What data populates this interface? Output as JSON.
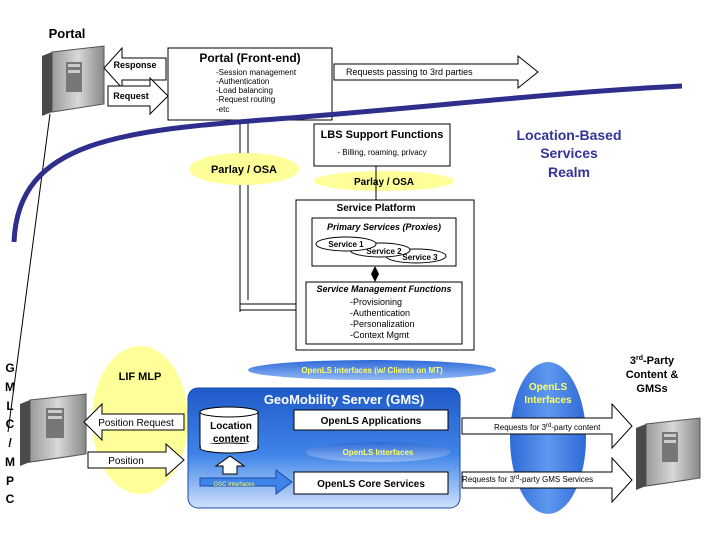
{
  "portal": {
    "label": "Portal",
    "frontend_title": "Portal (Front-end)",
    "functions": [
      "-Session management",
      "-Authentication",
      "-Load balancing",
      "-Request routing",
      "-etc"
    ],
    "response_label": "Response",
    "request_label": "Request",
    "third_party_label": "Requests passing to 3rd parties"
  },
  "lbs_realm": {
    "line1": "Location-Based",
    "line2": "Services",
    "line3": "Realm"
  },
  "parlay_osa_left": "Parlay / OSA",
  "lbs_support": {
    "title": "LBS Support Functions",
    "desc": "- Billing, roaming, privacy"
  },
  "parlay_osa_right": "Parlay / OSA",
  "service_platform": {
    "title": "Service Platform",
    "primary_title": "Primary Services (Proxies)",
    "services": [
      "Service 1",
      "Service 2",
      "Service 3"
    ],
    "smf_title": "Service Management Functions",
    "smf_items": [
      "-Provisioning",
      "-Authentication",
      "-Personalization",
      "-Context Mgmt"
    ]
  },
  "openls_clients": "OpenLS interfaces (w/ Clients on MT)",
  "gmlc": {
    "letters": [
      "G",
      "M",
      "L",
      "C",
      "/",
      "M",
      "P",
      "C"
    ]
  },
  "lif_mlp": "LIF MLP",
  "position_request": "Position Request",
  "position": "Position",
  "gms": {
    "title": "GeoMobility Server (GMS)",
    "location_content": [
      "Location",
      "content"
    ],
    "applications": "OpenLS Applications",
    "interfaces": "OpenLS Interfaces",
    "osc_interfaces": "OSC Interfaces",
    "core_services": "OpenLS Core Services"
  },
  "openls_right": [
    "OpenLS",
    "Interfaces"
  ],
  "third_party": {
    "line1": "3",
    "sup": "rd",
    "line1b": "-Party",
    "line2": "Content &",
    "line3": "GMSs"
  },
  "req_content": {
    "pre": "Requests for 3",
    "sup": "rd",
    "post": "-party content"
  },
  "req_gms": {
    "pre": "Requests for 3",
    "sup": "rd",
    "post": "-party GMS Services"
  },
  "colors": {
    "realm_curve": "#2e2e8c",
    "yellow": "#ffff99",
    "blue": "#2e6fd6",
    "lbs_text": "#333399"
  }
}
